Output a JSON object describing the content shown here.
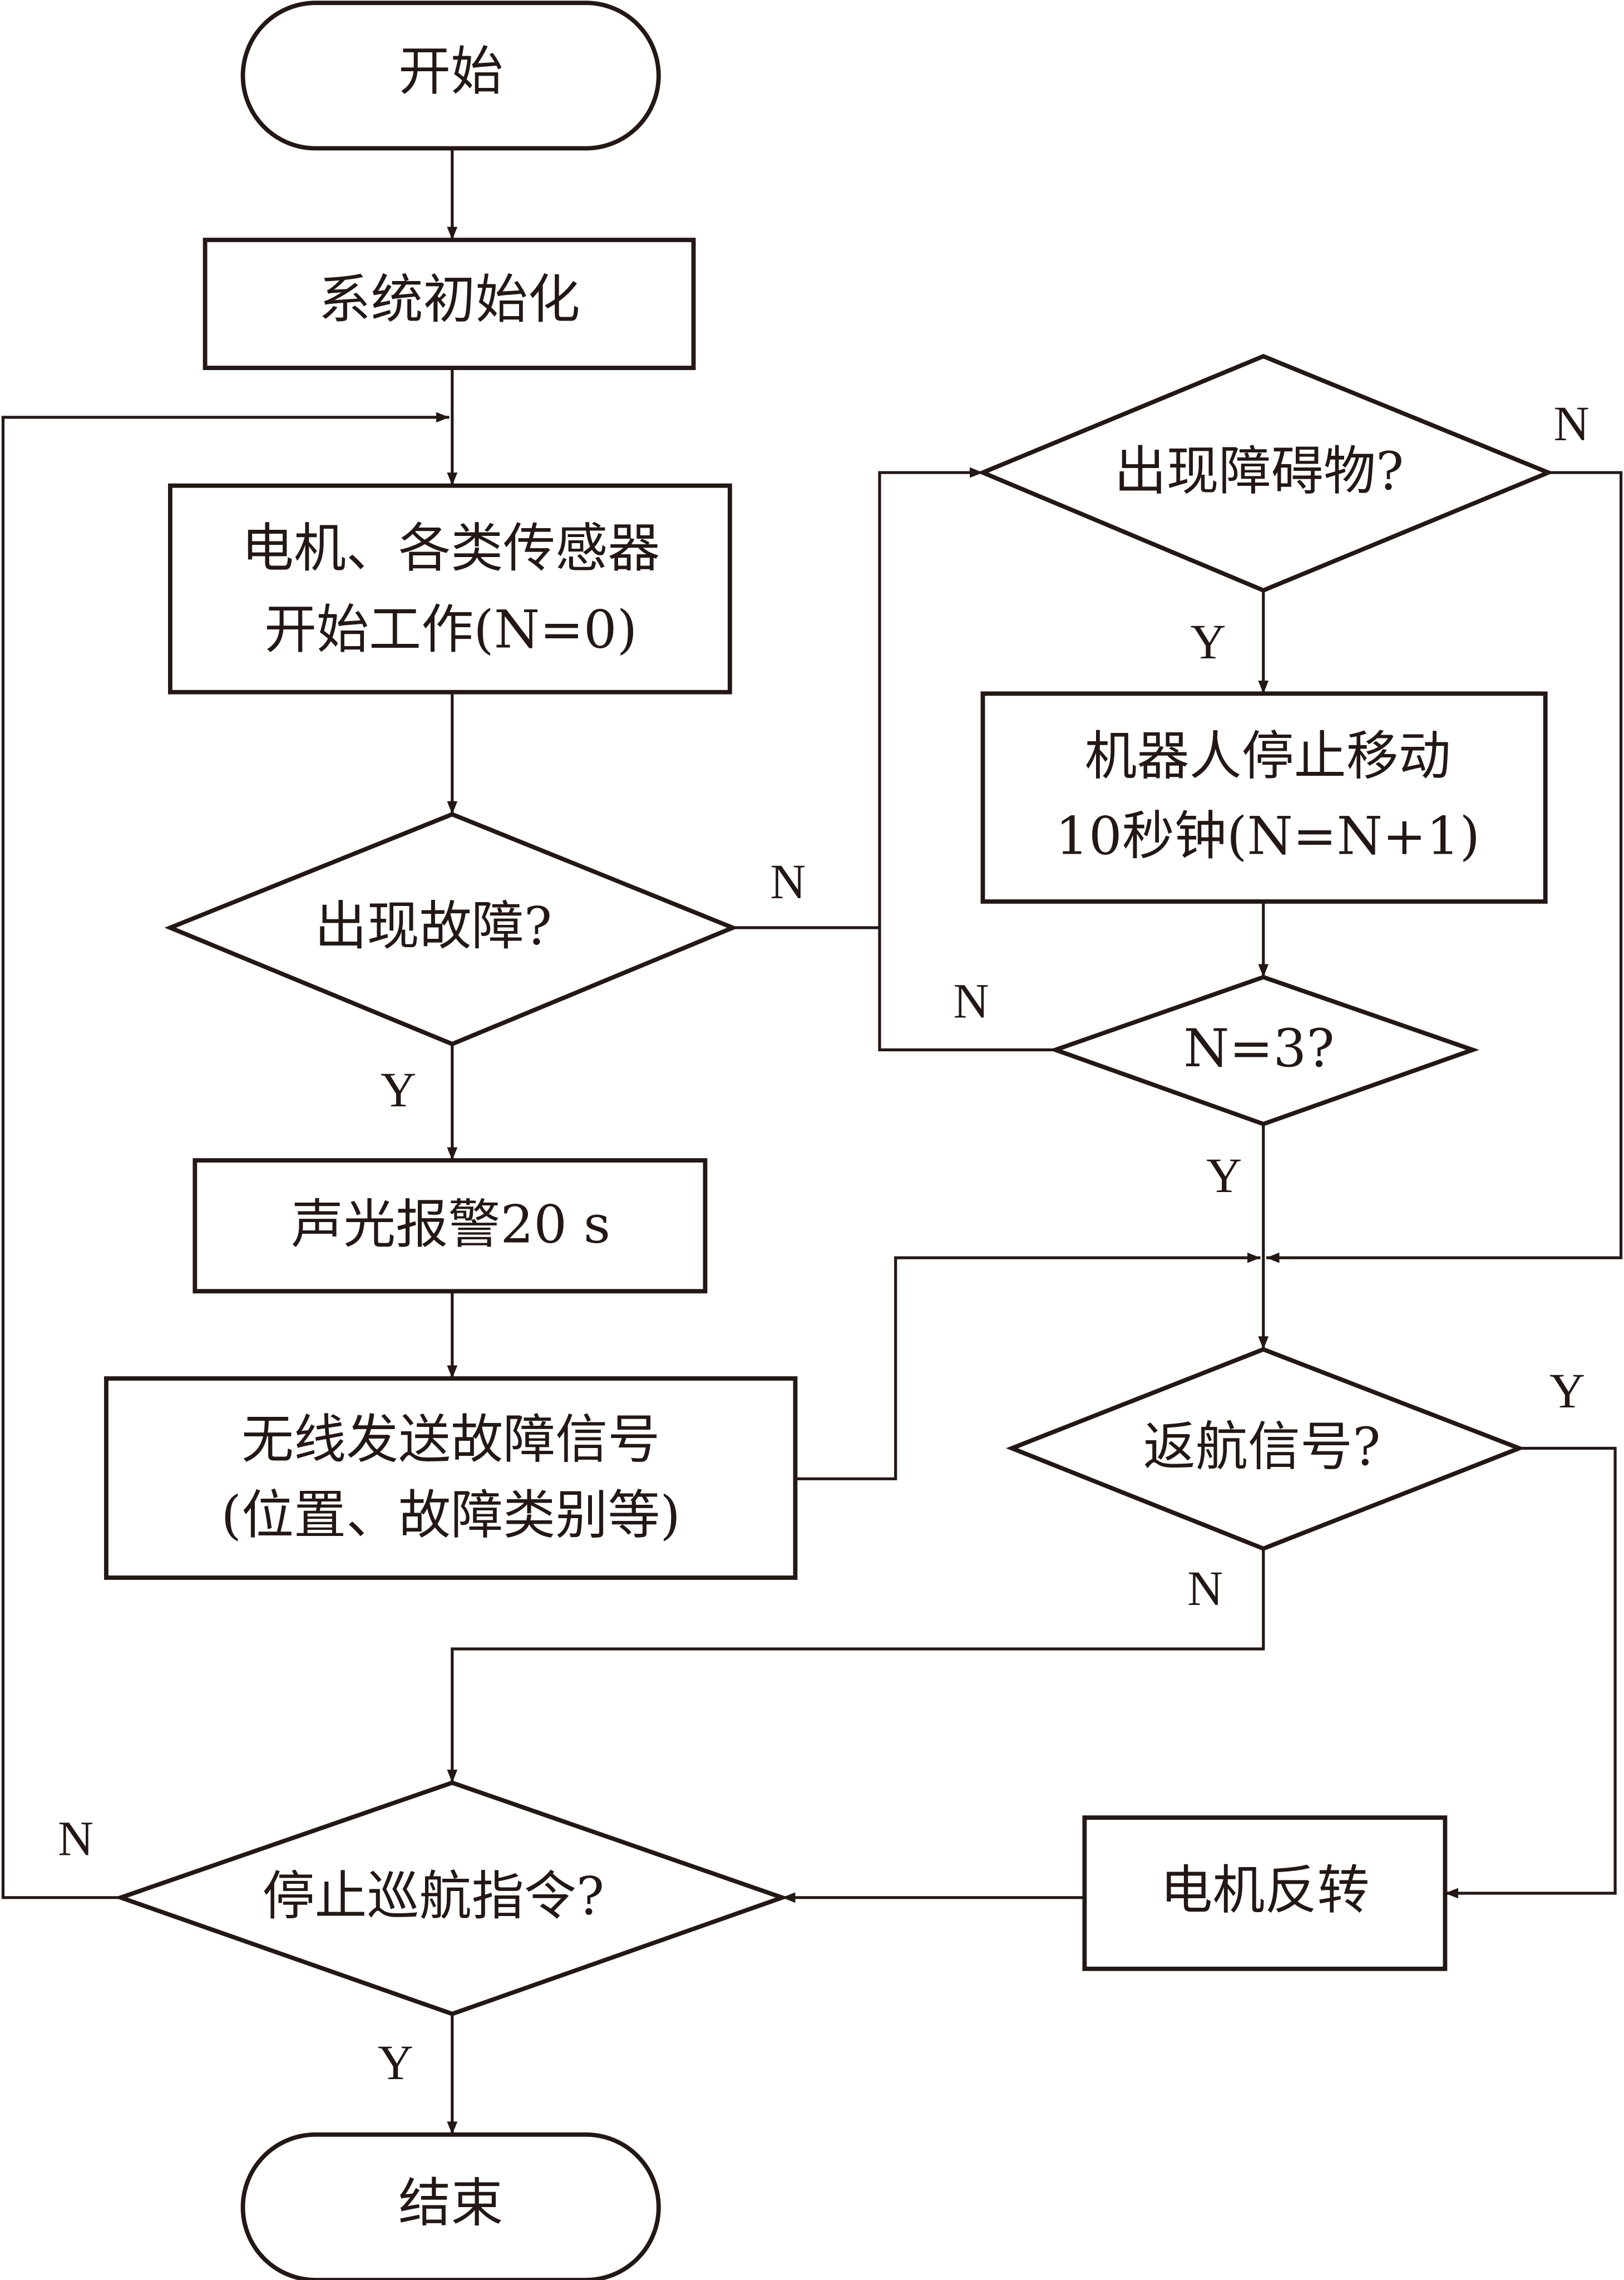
{
  "flowchart": {
    "nodes": {
      "start": "开始",
      "init": "系统初始化",
      "sensors_line1": "电机、各类传感器",
      "sensors_line2": "开始工作(N=0)",
      "fault_decision": "出现故障?",
      "alarm": "声光报警20 s",
      "send_line1": "无线发送故障信号",
      "send_line2": "(位置、故障类别等)",
      "obstacle_decision": "出现障碍物?",
      "stop_line1": "机器人停止移动",
      "stop_line2": "10秒钟(N=N+1)",
      "n3_decision": "N=3?",
      "return_decision": "返航信号?",
      "motor_reverse": "电机反转",
      "stop_cruise_decision": "停止巡航指令?",
      "end": "结束"
    },
    "branch_labels": {
      "yes": "Y",
      "no": "N"
    },
    "colors": {
      "stroke": "#231815",
      "background": "#ffffff"
    }
  }
}
